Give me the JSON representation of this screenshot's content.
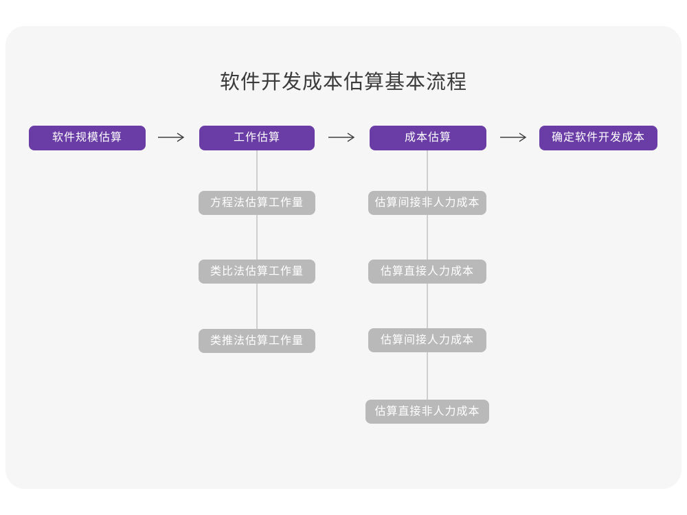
{
  "page": {
    "title": "软件开发成本估算基本流程"
  },
  "flow": {
    "stages": [
      {
        "label": "软件规模估算"
      },
      {
        "label": "工作估算"
      },
      {
        "label": "成本估算"
      },
      {
        "label": "确定软件开发成本"
      }
    ],
    "work_methods": [
      "方程法估算工作量",
      "类比法估算工作量",
      "类推法估算工作量"
    ],
    "cost_items": [
      "估算间接非人力成本",
      "估算直接人力成本",
      "估算间接人力成本",
      "估算直接非人力成本"
    ]
  },
  "colors": {
    "stage_node": "#6a3ca5",
    "sub_node": "#b9b9b9",
    "card_background": "#f6f6f6",
    "page_background": "#ffffff",
    "title_text": "#3b3b3b",
    "node_text": "#ffffff",
    "arrow": "#3e3e3e",
    "connector_line": "#cfcfcf"
  }
}
